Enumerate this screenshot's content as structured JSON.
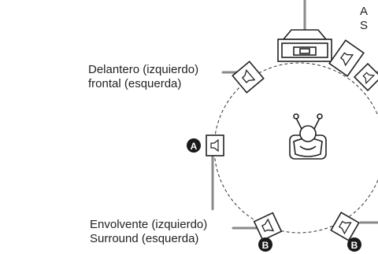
{
  "labels": {
    "front_left": {
      "line1": "Delantero (izquierdo)",
      "line2": "frontal (esquerda)"
    },
    "surround_left": {
      "line1": "Envolvente (izquierdo)",
      "line2": "Surround (esquerda)"
    },
    "top_right_cut": {
      "line1": "A",
      "line2": "S"
    }
  },
  "markers": {
    "a": "A",
    "b": "B"
  },
  "colors": {
    "line": "#888888",
    "stroke": "#222222",
    "marker_fill": "#1a1a1a",
    "marker_text": "#ffffff"
  }
}
